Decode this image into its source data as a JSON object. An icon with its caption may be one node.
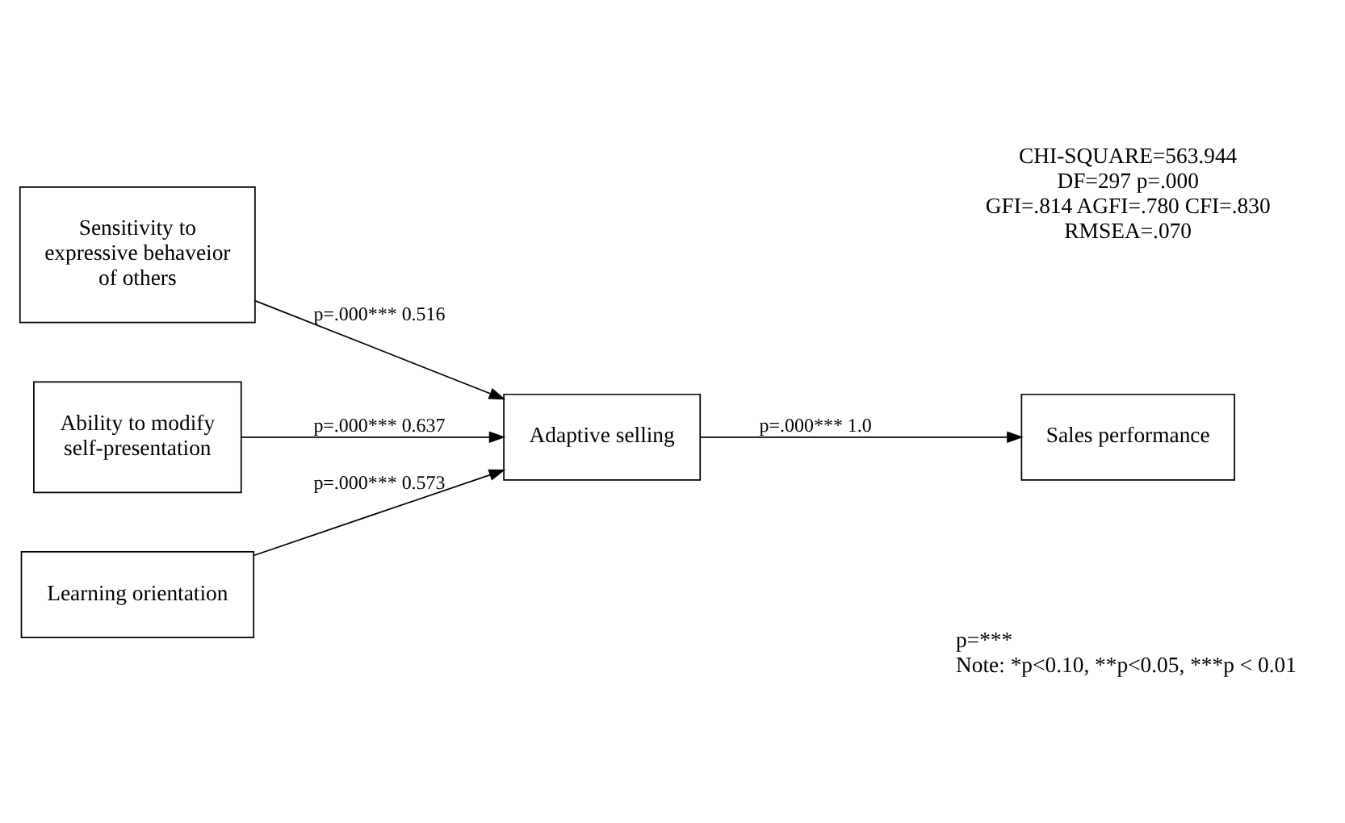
{
  "diagram": {
    "nodes": [
      {
        "text": [
          "Sensitivity to expressive behaveior of others"
        ]
      },
      {
        "text": [
          "Ability to modify self-presentation"
        ]
      },
      {
        "text": [
          "Adaptive selling"
        ]
      },
      {
        "text": [
          "Sales performance"
        ]
      },
      {
        "text": [
          "Learning orientation"
        ]
      }
    ],
    "edges": [
      {
        "from": 0,
        "to": 2,
        "arrow": "to",
        "label": "p=.000*** 0.516"
      },
      {
        "from": 1,
        "to": 2,
        "arrow": "to",
        "label": "p=.000*** 0.637"
      },
      {
        "from": 2,
        "to": 3,
        "arrow": "to",
        "label": "p=.000*** 1.0"
      },
      {
        "from": 4,
        "to": 2,
        "arrow": "to",
        "label": "p=.000*** 0.573"
      }
    ],
    "labels": [
      "CHI-SQUARE=563.944",
      "DF=297 p=.000",
      "GFI=.814 AGFI=.780 CFI=.830",
      "RMSEA=.070",
      "p=***",
      "Note: *p<0.10, **p<0.05, ***p < 0.01"
    ]
  }
}
